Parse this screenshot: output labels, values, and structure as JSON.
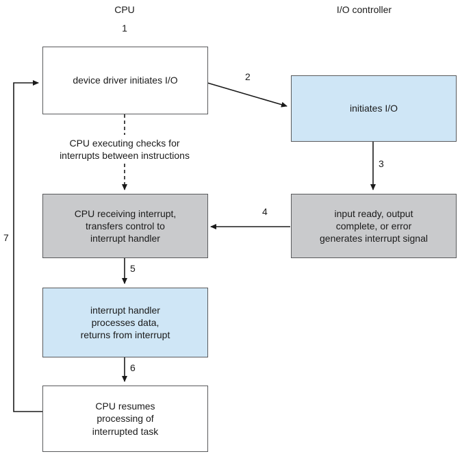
{
  "diagram": {
    "headers": {
      "cpu": "CPU",
      "io_controller": "I/O controller"
    },
    "step_numbers": {
      "n1": "1",
      "n2": "2",
      "n3": "3",
      "n4": "4",
      "n5": "5",
      "n6": "6",
      "n7": "7"
    },
    "boxes": {
      "device_driver": "device driver initiates I/O",
      "initiates_io": "initiates I/O",
      "cpu_receiving": "CPU receiving interrupt,\ntransfers control to\ninterrupt handler",
      "input_ready": "input ready, output\ncomplete, or error\ngenerates interrupt signal",
      "interrupt_handler": "interrupt handler\nprocesses data,\nreturns from interrupt",
      "cpu_resumes": "CPU resumes\nprocessing of\ninterrupted task"
    },
    "annotation": "CPU executing checks for\ninterrupts between instructions",
    "colors": {
      "highlight_blue": "#cfe6f6",
      "box_gray": "#c9cacc",
      "box_white": "#ffffff",
      "border": "#58595b",
      "line": "#1a1a1a"
    }
  }
}
